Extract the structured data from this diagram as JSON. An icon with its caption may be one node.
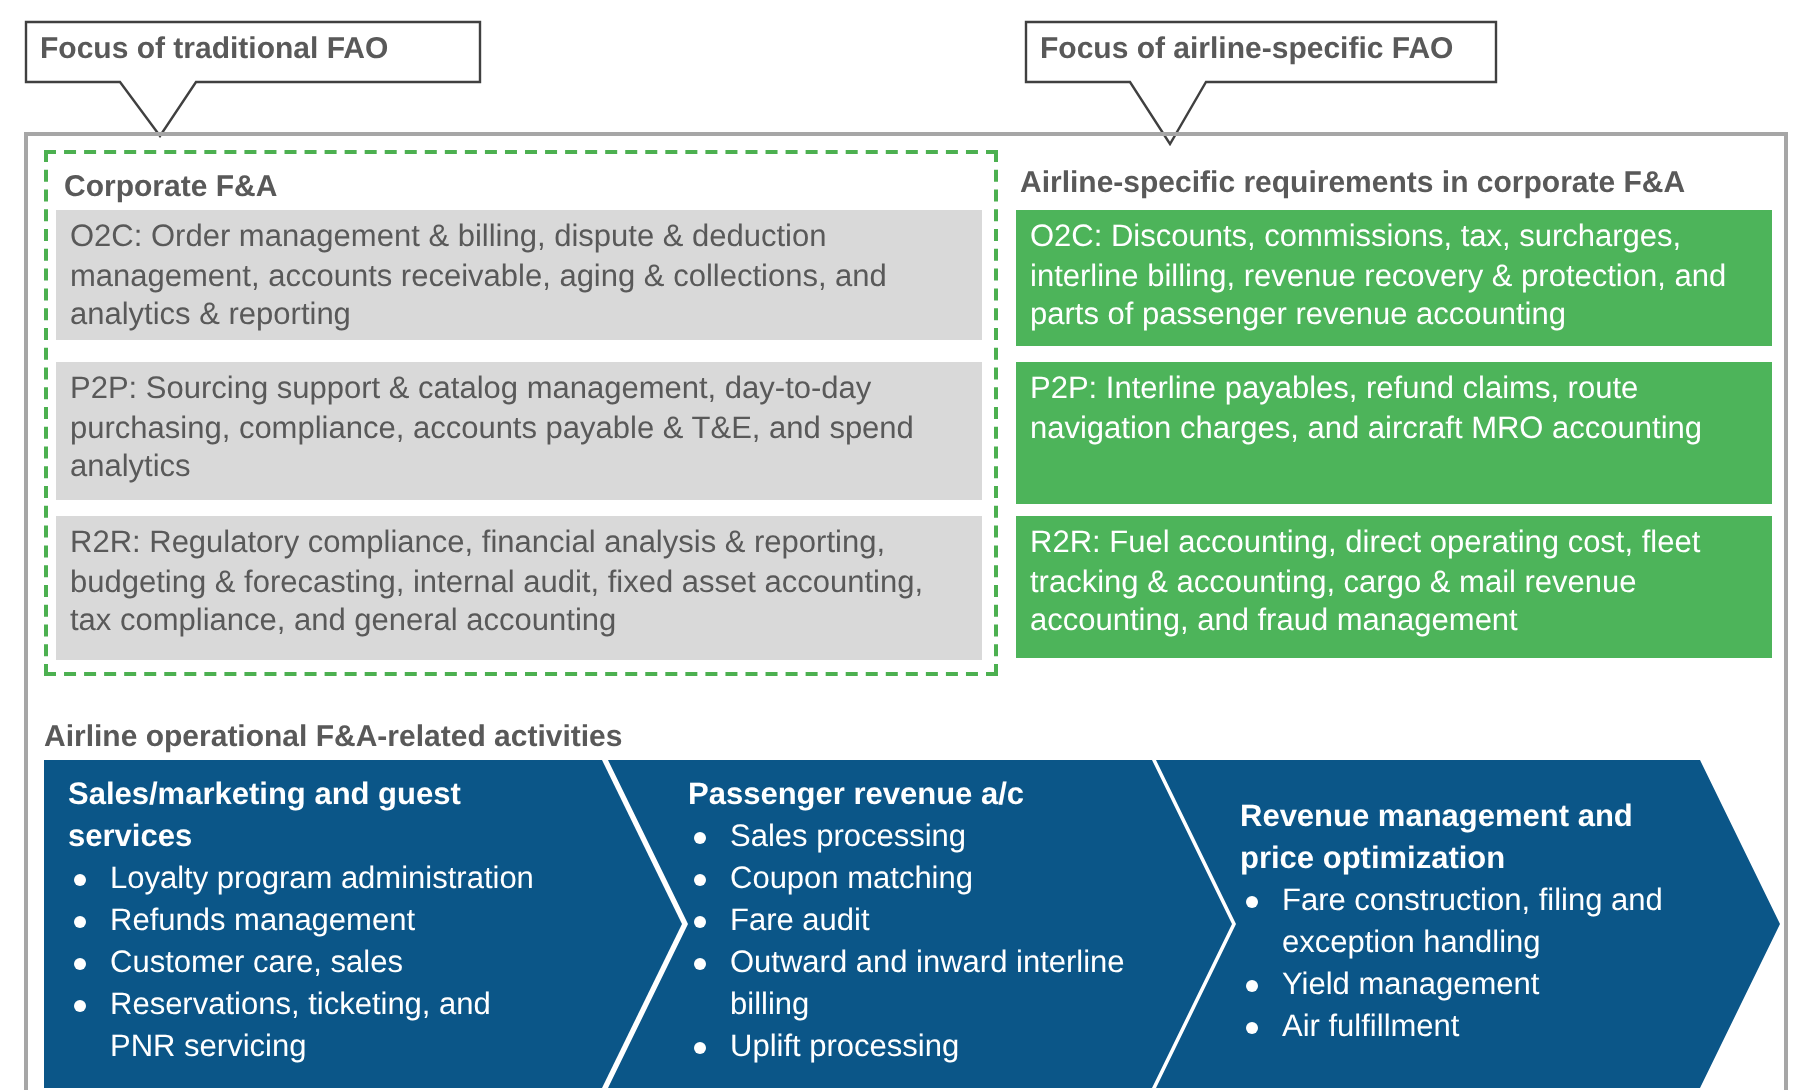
{
  "diagram": {
    "nodes": [
      {
        "text": [
          "Focus of traditional FAO"
        ]
      },
      {
        "text": [
          "Focus of airline-specific FAO"
        ]
      },
      {
        "text": [],
        "shape": "box"
      },
      {
        "text": [
          "Corporate F&A"
        ],
        "in": 2
      },
      {
        "text": [
          "O2C: Order management & billing, dispute & deduction management, accounts receivable, aging & collections, and analytics & reporting"
        ],
        "in": 3
      },
      {
        "text": [
          "P2P: Sourcing support & catalog management, day-to-day purchasing, compliance, accounts payable & T&E, and spend analytics"
        ],
        "in": 3
      },
      {
        "text": [
          "R2R: Regulatory compliance, financial analysis & reporting, budgeting & forecasting, internal audit, fixed asset accounting, tax compliance, and general accounting"
        ],
        "in": 3
      },
      {
        "text": [
          "O2C: Discounts, commissions, tax, surcharges, interline billing, revenue recovery & protection, and parts of passenger revenue accounting"
        ],
        "in": 2
      },
      {
        "text": [
          "P2P: Interline payables, refund claims, route navigation charges, and aircraft MRO accounting"
        ],
        "in": 2
      },
      {
        "text": [
          "R2R: Fuel accounting, direct operating cost, fleet tracking & accounting, cargo & mail revenue accounting, and fraud management"
        ],
        "in": 2
      },
      {
        "text": [
          "Sales/marketing and guest services",
          "Loyalty program administration",
          "Refunds management",
          "Customer care, sales",
          "Reservations, ticketing, and PNR servicing"
        ],
        "in": 2
      },
      {
        "text": [
          "Passenger revenue a/c",
          "Sales processing",
          "Coupon matching",
          "Fare audit",
          "Outward and inward interline billing",
          "Uplift processing"
        ],
        "in": 2
      },
      {
        "text": [
          "Revenue management and price optimization",
          "Fare construction, filing and exception handling",
          "Yield management",
          "Air fulfillment"
        ],
        "in": 2
      }
    ],
    "labels": [
      "Airline-specific requirements in corporate F&A",
      "Airline operational F&A-related activities"
    ]
  }
}
